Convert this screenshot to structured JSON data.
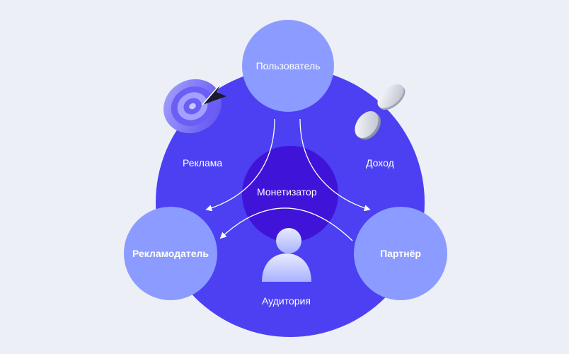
{
  "nodes": {
    "user": "Пользователь",
    "advertiser": "Рекламодатель",
    "partner": "Партнёр"
  },
  "labels": {
    "ads": "Реклама",
    "income": "Доход",
    "monetizer": "Монетизатор",
    "audience": "Аудитория"
  },
  "icons": {
    "target": "target-icon",
    "coins": "coins-icon",
    "person": "person-icon"
  },
  "colors": {
    "background": "#ECEFF6",
    "main_circle": "#4C40F2",
    "center_circle": "#3F14D8",
    "node": "#8C9BFF",
    "text": "#FFFFFF"
  }
}
